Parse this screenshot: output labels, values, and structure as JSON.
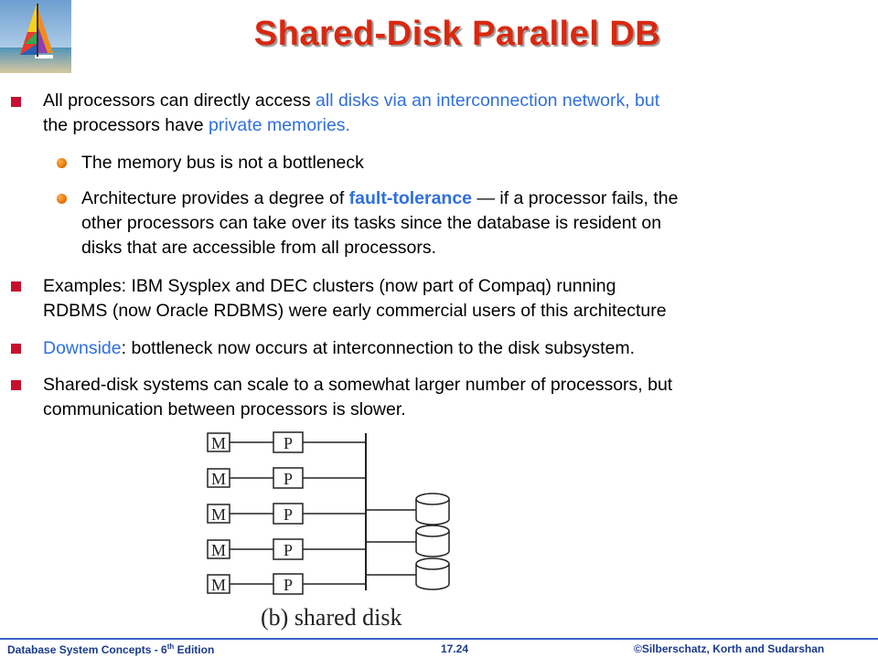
{
  "slide": {
    "title": "Shared-Disk Parallel DB",
    "bullets": {
      "b1": {
        "l1_a": "All processors can directly access ",
        "l1_b": "all disks via an interconnection network, but",
        "l2_a": "the processors have ",
        "l2_b": "private memories."
      },
      "s1": {
        "text": "The memory bus is not a bottleneck"
      },
      "s2": {
        "l1_a": "Architecture provides a degree of ",
        "l1_b": "fault-tolerance",
        "l1_c": " — if a processor fails, the",
        "l2": "other processors can take over its tasks since the database is resident on",
        "l3": "disks that are accessible from all processors."
      },
      "b2": {
        "l1": "Examples:  IBM Sysplex and DEC clusters (now part of Compaq) running",
        "l2": "RDBMS (now Oracle RDBMS) were early commercial users of this architecture"
      },
      "b3": {
        "a": "Downside",
        "b": ": bottleneck now occurs at interconnection to the disk subsystem."
      },
      "b4": {
        "l1": "Shared-disk systems can scale to a somewhat larger number of processors, but",
        "l2": "communication between processors is slower."
      }
    },
    "figure": {
      "memory_label": "M",
      "processor_label": "P",
      "caption": "(b) shared disk"
    }
  },
  "footer": {
    "left_a": "Database  System Concepts  - 6",
    "left_sup": "th",
    "left_b": " Edition",
    "center": "17.24",
    "right": "©Silberschatz, Korth  and  Sudarshan"
  },
  "colors": {
    "title": "#d9280f",
    "accent": "#2f6fe0",
    "bullet": "#c8102e",
    "sub_bullet": "#e06a00",
    "footer": "#1a3a8f"
  }
}
